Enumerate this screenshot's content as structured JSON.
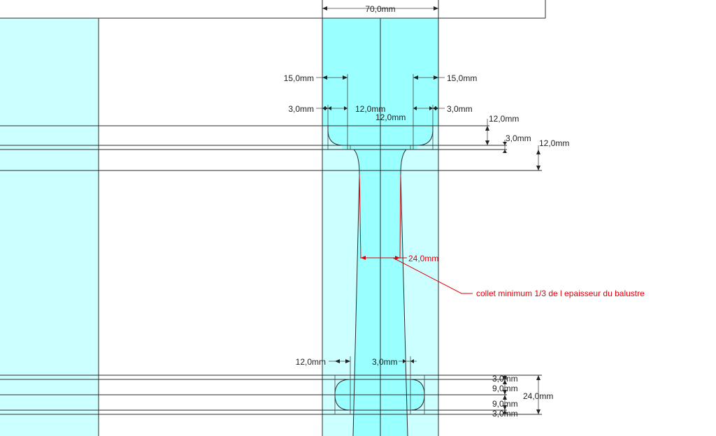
{
  "colors": {
    "panel_light": "#ccffff",
    "panel_bright": "#99ffff",
    "line": "#2b2b2b",
    "annotation": "#e0000a"
  },
  "dimensions": {
    "total_width": "70,0mm",
    "left_offset": "15,0mm",
    "right_offset": "15,0mm",
    "left_gap": "3,0mm",
    "left_radius": "12,0mm",
    "right_radius": "12,0mm",
    "right_gap": "3,0mm",
    "head_height": "12,0mm",
    "head_step": "3,0mm",
    "head_total": "12,0mm",
    "collar_width": "24,0mm",
    "foot_left": "12,0mm",
    "foot_gap": "3,0mm",
    "foot_a": "3,0mm",
    "foot_b": "9,0mm",
    "foot_c": "9,0mm",
    "foot_d": "3,0mm",
    "foot_total": "24,0mm"
  },
  "annotation": {
    "text": "collet minimum 1/3 de l epaisseur du balustre"
  }
}
